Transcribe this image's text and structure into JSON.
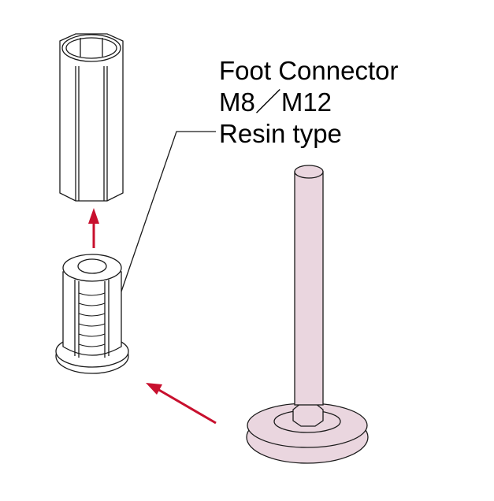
{
  "title": {
    "line1": "Foot Connector",
    "line2": "M8／M12",
    "line3": "Resin type"
  },
  "colors": {
    "arrow": "#c8102e",
    "foot_fill": "#ead6df",
    "outline": "#1a1a1a"
  }
}
